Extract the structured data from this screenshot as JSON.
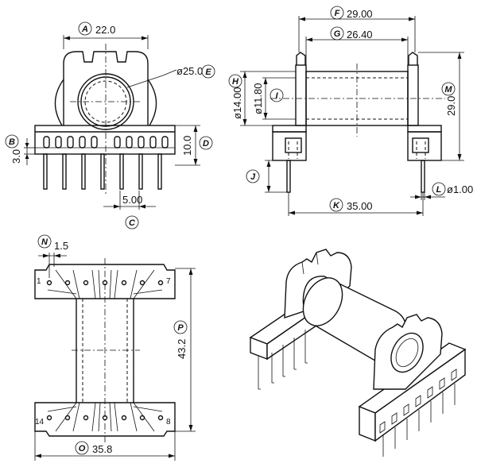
{
  "diagram": {
    "front_view": {
      "width": {
        "letter": "A",
        "value": "22.0"
      },
      "bore": {
        "letter": "E",
        "value": "ø25.0"
      },
      "base_step": {
        "letter": "B",
        "value": "3.0"
      },
      "base_height": {
        "letter": "D",
        "value": "10.0"
      },
      "pin_pitch": {
        "letter": "C",
        "value": "5.00"
      }
    },
    "side_view": {
      "overall_length": {
        "letter": "F",
        "value": "29.00"
      },
      "winding_length": {
        "letter": "G",
        "value": "26.40"
      },
      "flange_dia": {
        "letter": "H",
        "value": "ø14.00"
      },
      "core_dia": {
        "letter": "I",
        "value": "ø11.80"
      },
      "pin_length": {
        "letter": "J",
        "value": ""
      },
      "pin_span": {
        "letter": "K",
        "value": "35.00"
      },
      "pin_dia": {
        "letter": "L",
        "value": "ø1.00"
      },
      "height": {
        "letter": "M",
        "value": "29.0"
      }
    },
    "bottom_view": {
      "pin_offset": {
        "letter": "N",
        "value": "1.5"
      },
      "pin_rows": {
        "letter": "P",
        "value": "43.2"
      },
      "width": {
        "letter": "O",
        "value": "35.8"
      },
      "pin_labels": {
        "top_left": "1",
        "top_right": "7",
        "bottom_left": "14",
        "bottom_right": "8"
      }
    }
  }
}
